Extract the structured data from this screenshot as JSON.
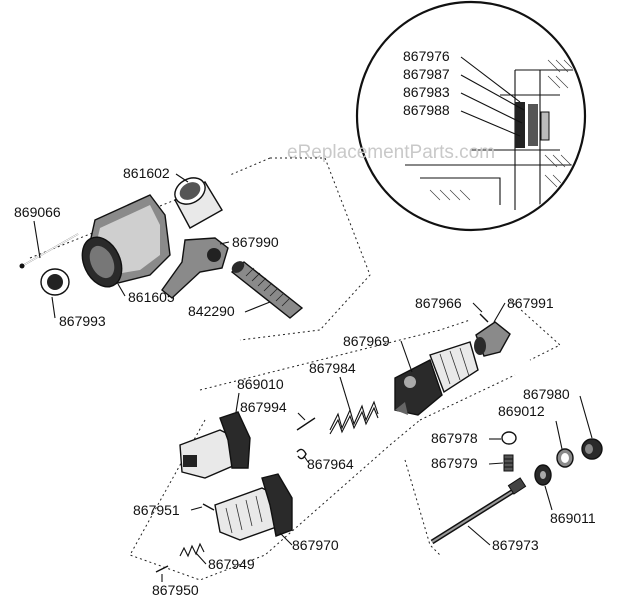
{
  "watermark": "eReplacementParts.com",
  "labels": {
    "p861602": "861602",
    "p869066": "869066",
    "p867990": "867990",
    "p861605": "861605",
    "p867993": "867993",
    "p842290": "842290",
    "p867976": "867976",
    "p867987": "867987",
    "p867983": "867983",
    "p867988": "867988",
    "p867966": "867966",
    "p867991": "867991",
    "p867969": "867969",
    "p867984": "867984",
    "p869010": "869010",
    "p867994": "867994",
    "p867964": "867964",
    "p867980": "867980",
    "p869012": "869012",
    "p867978": "867978",
    "p867979": "867979",
    "p867951": "867951",
    "p867970": "867970",
    "p869011": "869011",
    "p867949": "867949",
    "p867973": "867973",
    "p867950": "867950"
  }
}
